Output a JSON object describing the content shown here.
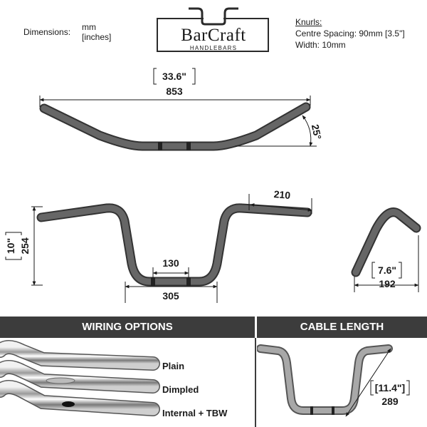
{
  "header": {
    "dimensions_label": "Dimensions:",
    "units_mm": "mm",
    "units_inches": "[inches]",
    "logo": {
      "brand": "BarCraft",
      "tagline": "HANDLEBARS"
    },
    "knurls": {
      "title": "Knurls:",
      "centre_spacing": "Centre Spacing: 90mm [3.5\"]",
      "width": "Width: 10mm"
    }
  },
  "top_view": {
    "width_inches": "33.6\"",
    "width_mm": "853",
    "angle": "25°"
  },
  "front_view": {
    "height_inches": "10\"",
    "height_mm": "254",
    "tip_length": "210",
    "knurl_spacing": "130",
    "base_width": "305"
  },
  "side_view": {
    "depth_inches": "7.6\"",
    "depth_mm": "192"
  },
  "wiring": {
    "title": "WIRING OPTIONS",
    "options": [
      "Plain",
      "Dimpled",
      "Internal + TBW"
    ]
  },
  "cable": {
    "title": "CABLE LENGTH",
    "length_inches": "[11.4\"]",
    "length_mm": "289"
  },
  "colors": {
    "bar": "#555555",
    "banner": "#3c3c3c",
    "line": "#1a1a1a"
  }
}
